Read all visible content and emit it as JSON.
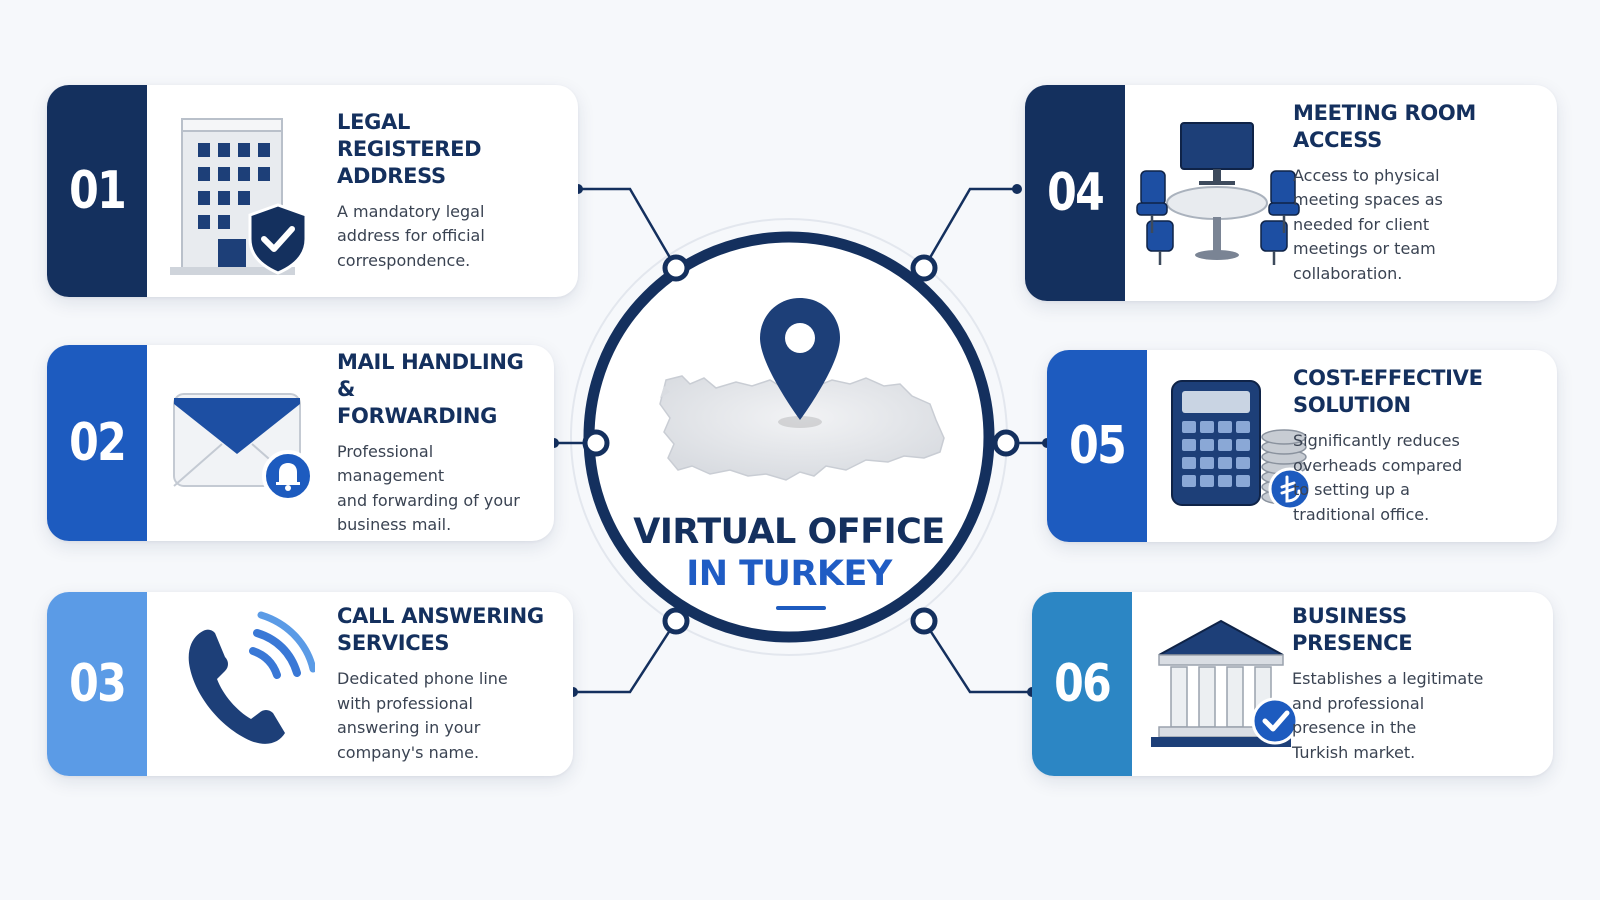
{
  "center": {
    "title_line1": "VIRTUAL OFFICE",
    "title_line2": "IN TURKEY"
  },
  "features": [
    {
      "number": "01",
      "title": "LEGAL REGISTERED\nADDRESS",
      "description": "A mandatory legal\naddress for official\ncorrespondence.",
      "icon": "office-building-shield-icon",
      "color": "#14305e"
    },
    {
      "number": "02",
      "title": "MAIL HANDLING &\nFORWARDING",
      "description": "Professional management\nand forwarding of your\nbusiness mail.",
      "icon": "envelope-bell-icon",
      "color": "#1d5bbf"
    },
    {
      "number": "03",
      "title": "CALL ANSWERING\nSERVICES",
      "description": "Dedicated phone line\nwith professional\nanswering in your\ncompany's name.",
      "icon": "phone-icon",
      "color": "#5b9be6"
    },
    {
      "number": "04",
      "title": "MEETING ROOM\nACCESS",
      "description": "Access to physical\nmeeting spaces as\nneeded for client\nmeetings or team\ncollaboration.",
      "icon": "meeting-table-icon",
      "color": "#14305e"
    },
    {
      "number": "05",
      "title": "COST-EFFECTIVE\nSOLUTION",
      "description": "Significantly reduces\noverheads compared\nto setting up a\ntraditional office.",
      "icon": "calculator-coins-icon",
      "color": "#1d5bbf"
    },
    {
      "number": "06",
      "title": "BUSINESS\nPRESENCE",
      "description": "Establishes a legitimate\nand professional\npresence in the\nTurkish market.",
      "icon": "bank-building-check-icon",
      "color": "#2c86c4"
    }
  ]
}
